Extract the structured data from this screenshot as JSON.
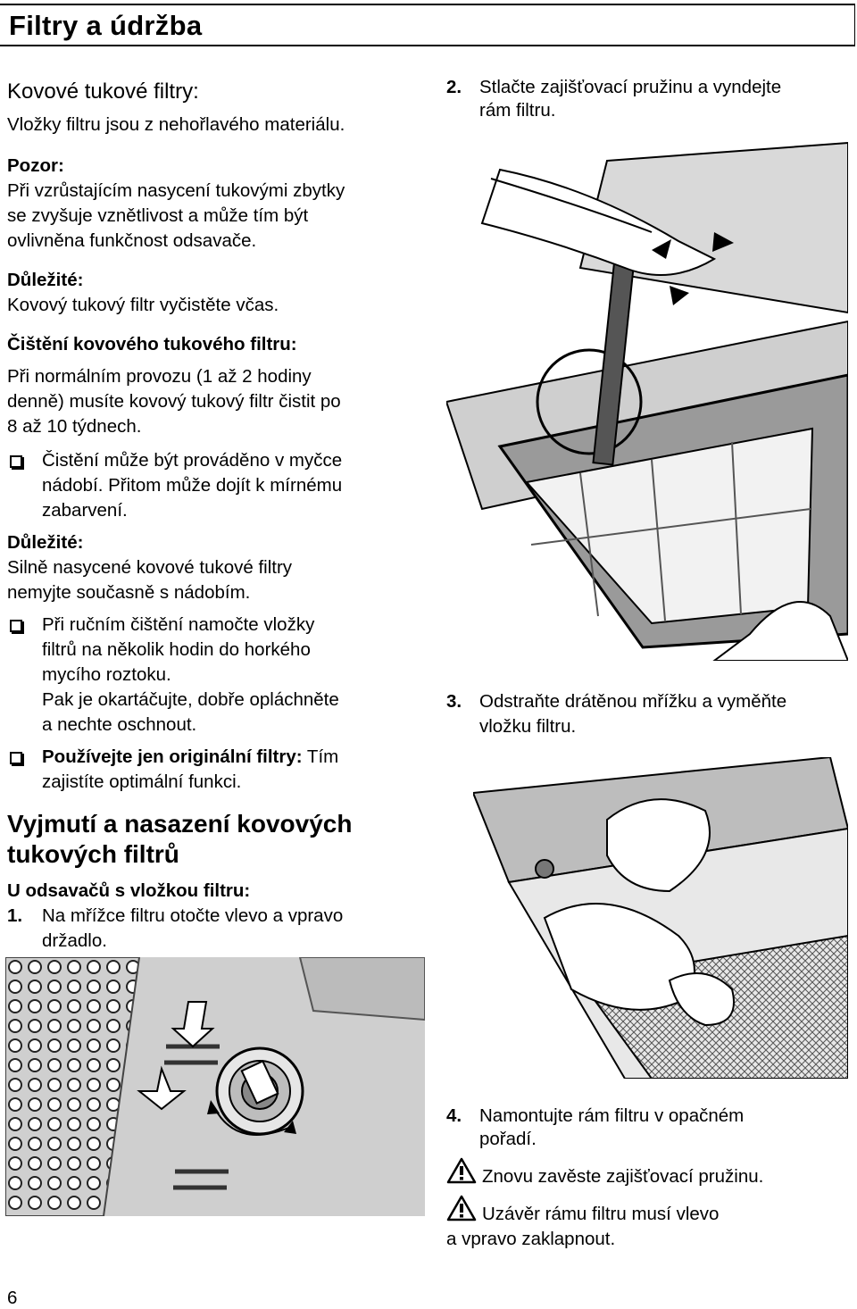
{
  "header": {
    "title": "Filtry a údržba"
  },
  "left": {
    "h_metal": "Kovové tukové filtry:",
    "p_material": "Vložky filtru jsou z nehořlavého materiálu.",
    "pozor_label": "Pozor:",
    "pozor_lines": [
      "Při vzrůstajícím nasycení tukovými zbytky",
      "se zvyšuje vznětlivost a může tím být",
      "ovlivněna funkčnost odsavače."
    ],
    "dulezite1_label": "Důležité:",
    "dulezite1_text": "Kovový tukový filtr vyčistěte včas.",
    "h_cleaning": "Čištění kovového tukového filtru:",
    "cleaning_lines": [
      "Při normálním provozu (1 až 2 hodiny",
      "denně) musíte kovový tukový filtr čistit po",
      "8 až 10 týdnech."
    ],
    "bullet1_lines": [
      "Čistění může být prováděno v myčce",
      "nádobí. Přitom může dojít k mírnému",
      "zabarvení."
    ],
    "dulezite2_label": "Důležité:",
    "dulezite2_lines": [
      "Silně nasycené kovové tukové filtry",
      "nemyjte současně s nádobím."
    ],
    "bullet2_lines": [
      "Při ručním čištění namočte vložky",
      "filtrů na několik hodin do horkého",
      "mycího roztoku.",
      "Pak je okartáčujte, dobře opláchněte",
      "a nechte oschnout."
    ],
    "bullet3_bold": "Používejte jen originální filtry:",
    "bullet3_rest": " Tím",
    "bullet3_line2": "zajistíte optimální funkci.",
    "h_remove_lines": [
      "Vyjmutí a nasazení kovových",
      "tukových filtrů"
    ],
    "h_insert": "U odsavačů s vložkou filtru:",
    "step1_num": "1.",
    "step1_lines": [
      "Na mřížce filtru otočte vlevo a vpravo",
      "držadlo."
    ]
  },
  "right": {
    "step2_num": "2.",
    "step2_lines": [
      "Stlačte zajišťovací pružinu a vyndejte",
      "rám filtru."
    ],
    "step3_num": "3.",
    "step3_lines": [
      "Odstraňte drátěnou mřížku a vyměňte",
      "vložku filtru."
    ],
    "step4_num": "4.",
    "step4_lines": [
      "Namontujte rám filtru v opačném",
      "pořadí."
    ],
    "warn1": "Znovu zavěste zajišťovací pružinu.",
    "warn2_lines": [
      "Uzávěr rámu filtru musí vlevo",
      "a vpravo zaklapnout."
    ]
  },
  "footer": {
    "page_number": "6"
  }
}
